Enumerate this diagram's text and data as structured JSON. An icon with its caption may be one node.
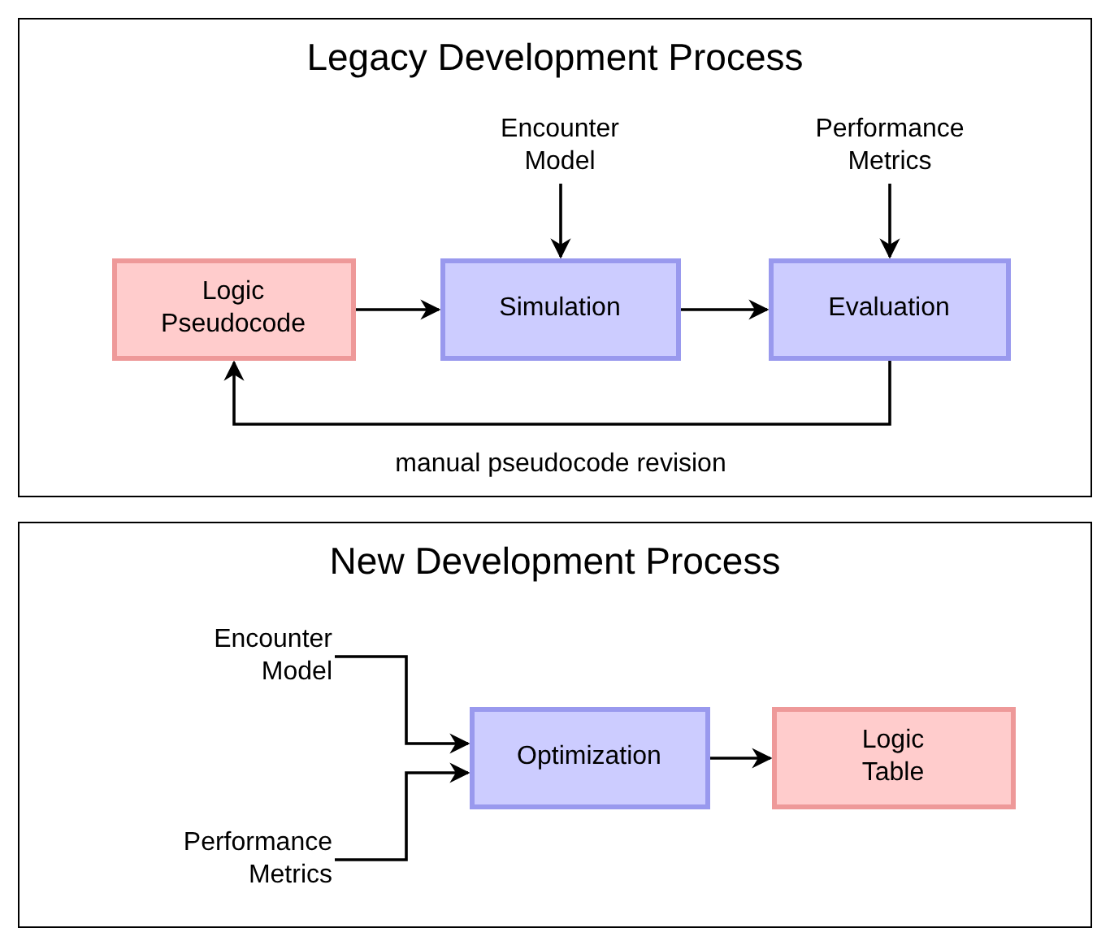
{
  "diagram": {
    "nodes": [
      {
        "text": [
          "Legacy Development Process"
        ]
      },
      {
        "text": [
          "Logic Pseudocode"
        ],
        "in": 0
      },
      {
        "text": [
          "Simulation"
        ],
        "in": 0
      },
      {
        "text": [
          "Evaluation"
        ],
        "in": 0
      },
      {
        "text": [
          "Encounter Model"
        ],
        "in": 0
      },
      {
        "text": [
          "Performance Metrics"
        ],
        "in": 0
      },
      {
        "text": [
          "New Development Process"
        ]
      },
      {
        "text": [
          "Encounter Model"
        ],
        "in": 6
      },
      {
        "text": [
          "Performance Metrics"
        ],
        "in": 6
      },
      {
        "text": [
          "Optimization"
        ],
        "in": 6
      },
      {
        "text": [
          "Logic Table"
        ],
        "in": 6
      }
    ],
    "edges": [
      {
        "from": 1,
        "to": 2,
        "arrow": "to"
      },
      {
        "from": 4,
        "to": 2,
        "arrow": "to"
      },
      {
        "from": 2,
        "to": 3,
        "arrow": "to"
      },
      {
        "from": 5,
        "to": 3,
        "arrow": "to"
      },
      {
        "from": 3,
        "to": 1,
        "arrow": "to",
        "label": "manual pseudocode revision"
      },
      {
        "from": 7,
        "to": 9,
        "arrow": "to"
      },
      {
        "from": 8,
        "to": 9,
        "arrow": "to"
      },
      {
        "from": 9,
        "to": 10,
        "arrow": "to"
      }
    ]
  }
}
